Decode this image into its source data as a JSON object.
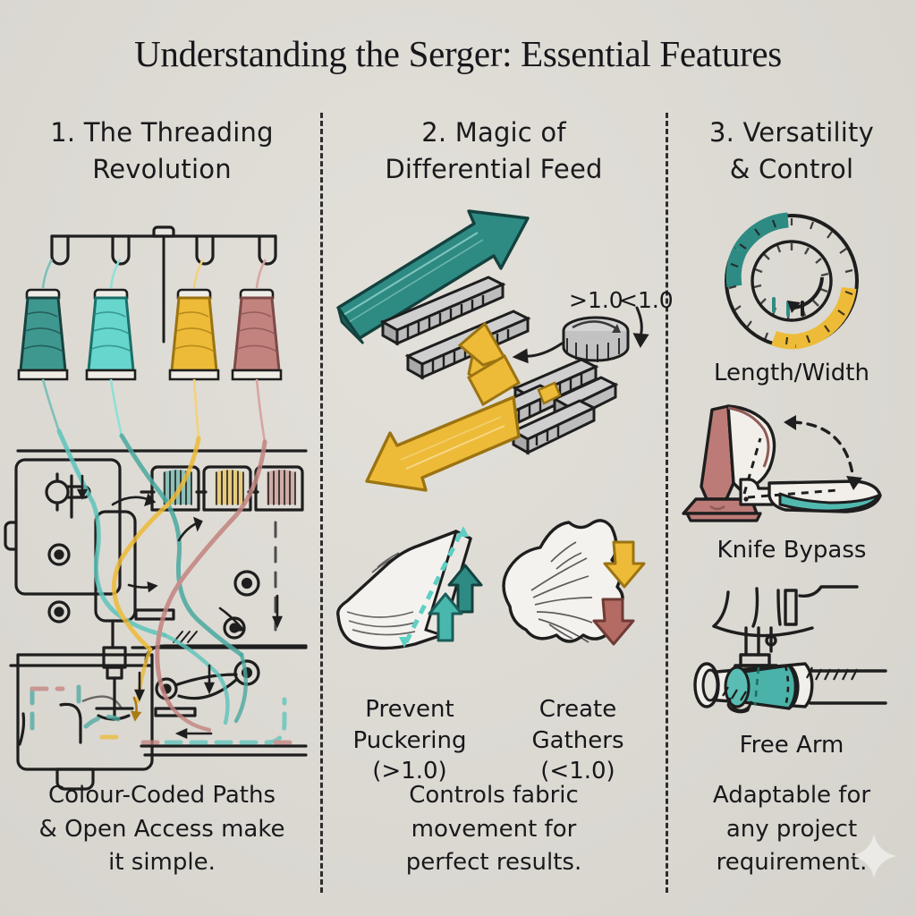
{
  "poster": {
    "title": "Understanding the Serger: Essential Features",
    "background_color": "#dedbd5",
    "ink_color": "#1a1a1c"
  },
  "palette": {
    "teal_dark": "#2e8b84",
    "teal_light": "#5fcfc5",
    "yellow": "#edb731",
    "rose": "#c07f81",
    "grey_metal": "#c9c9c9",
    "outline": "#1e1e1e"
  },
  "columns": [
    {
      "number": "1.",
      "heading": "1. The Threading\nRevolution",
      "heading_line1": "1. The Threading",
      "heading_line2": "Revolution",
      "caption": "Colour-Coded Paths\n& Open Access make\nit simple.",
      "caption_line1": "Colour-Coded Paths",
      "caption_line2": "& Open Access make",
      "caption_line3": "it simple.",
      "illustration": "serger-machine-threading-diagram",
      "spools": [
        {
          "label": "thread-cone-1",
          "color": "#3f9890"
        },
        {
          "label": "thread-cone-2",
          "color": "#67d6cd"
        },
        {
          "label": "thread-cone-3",
          "color": "#edbb37"
        },
        {
          "label": "thread-cone-4",
          "color": "#c2837f"
        }
      ]
    },
    {
      "number": "2.",
      "heading_line1": "2. Magic of",
      "heading_line2": "Differential Feed",
      "caption_line1": "Controls fabric",
      "caption_line2": "movement for",
      "caption_line3": "perfect results.",
      "illustration": "differential-feed-dogs-diagram",
      "dial_labels": {
        "increase": ">1.0",
        "decrease": "<1.0"
      },
      "sub_items": [
        {
          "illustration": "folded-fabric-smooth",
          "label_line1": "Prevent",
          "label_line2": "Puckering",
          "label_line3": "(>1.0)"
        },
        {
          "illustration": "gathered-fabric-ruffle",
          "label_line1": "Create",
          "label_line2": "Gathers",
          "label_line3": "(<1.0)"
        }
      ]
    },
    {
      "number": "3.",
      "heading_line1": "3. Versatility",
      "heading_line2": "& Control",
      "caption_line1": "Adaptable for",
      "caption_line2": "any project",
      "caption_line3": "requirement.",
      "features": [
        {
          "illustration": "stitch-length-width-dial",
          "label": "Length/Width"
        },
        {
          "illustration": "knife-bypass-blades",
          "label": "Knife Bypass"
        },
        {
          "illustration": "free-arm-cylinder-cuff",
          "label": "Free Arm"
        }
      ]
    }
  ]
}
